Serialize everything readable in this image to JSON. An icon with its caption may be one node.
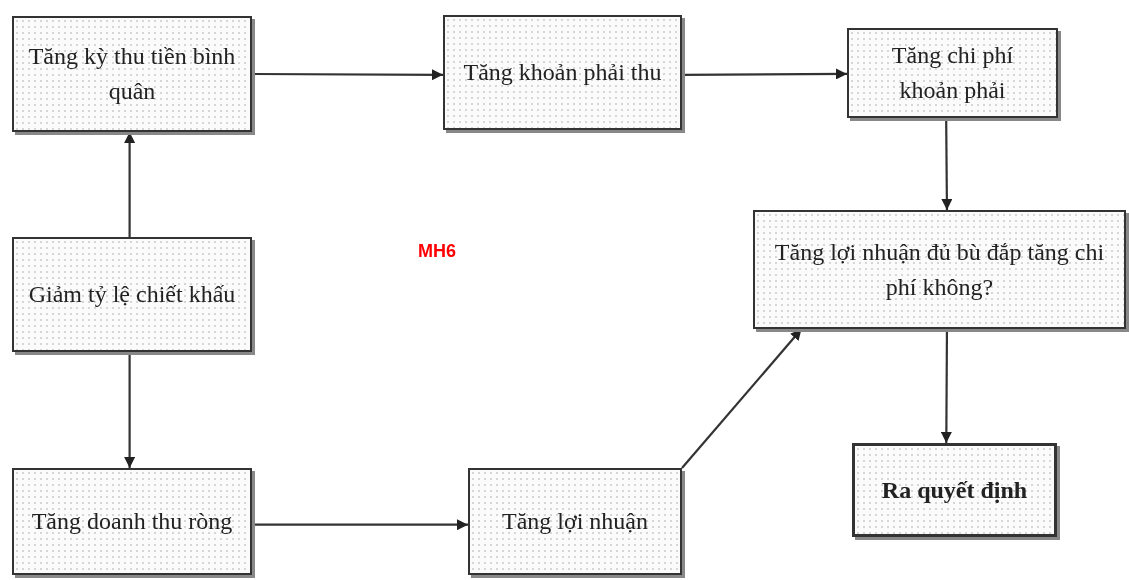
{
  "diagram": {
    "nodes": [
      {
        "text": [
          "Tăng kỳ thu tiền bình quân"
        ]
      },
      {
        "text": [
          "Tăng khoản phải thu"
        ]
      },
      {
        "text": [
          "Tăng chi phí khoản phải"
        ]
      },
      {
        "text": [
          "Giảm tỷ lệ chiết khấu"
        ]
      },
      {
        "text": [
          "Tăng lợi nhuận đủ bù đắp tăng chi phí không?"
        ]
      },
      {
        "text": [
          "Tăng doanh thu ròng"
        ]
      },
      {
        "text": [
          "Tăng lợi nhuận"
        ]
      },
      {
        "text": [
          "Ra quyết định"
        ]
      }
    ],
    "edges": [
      {
        "from": 3,
        "to": 0,
        "arrow": "to"
      },
      {
        "from": 0,
        "to": 1,
        "arrow": "to"
      },
      {
        "from": 1,
        "to": 2,
        "arrow": "to"
      },
      {
        "from": 2,
        "to": 4,
        "arrow": "to"
      },
      {
        "from": 3,
        "to": 5,
        "arrow": "to"
      },
      {
        "from": 5,
        "to": 6,
        "arrow": "to"
      },
      {
        "from": 6,
        "to": 4,
        "arrow": "to"
      },
      {
        "from": 4,
        "to": 7,
        "arrow": "to"
      }
    ],
    "labels": [
      "MH6"
    ]
  }
}
